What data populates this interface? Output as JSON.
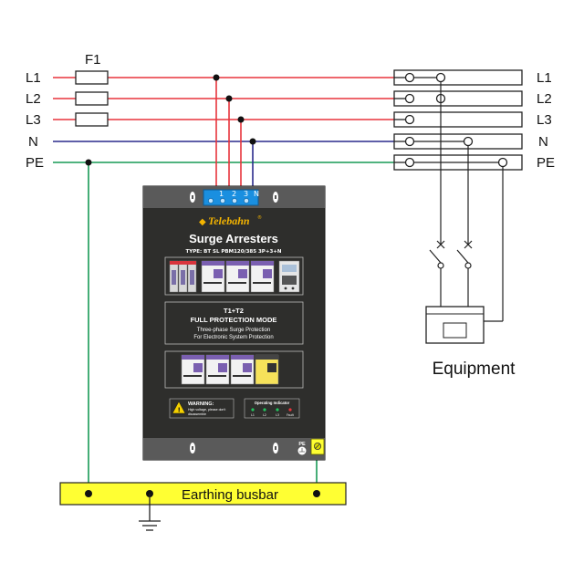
{
  "fuse_label": "F1",
  "lines_left": [
    "L1",
    "L2",
    "L3",
    "N",
    "PE"
  ],
  "lines_right": [
    "L1",
    "L2",
    "L3",
    "N",
    "PE"
  ],
  "terminal_labels": [
    "1",
    "2",
    "3",
    "N"
  ],
  "device": {
    "brand": "Telebahn",
    "registered_mark": "®",
    "title": "Surge Arresters",
    "type_line": "TYPE: BT SL PBM120/385 3P+3+N",
    "mode_title": "T1+T2",
    "mode_subtitle": "FULL PROTECTION MODE",
    "description_1": "Three-phase Surge Protection",
    "description_2": "For Electronic System Protection",
    "warning_title": "WARNING:",
    "warning_text_1": "High voltage, please don't",
    "warning_text_2": "disassemble",
    "indicator_title": "Operating Indicator",
    "indicator_labels": [
      "L1",
      "L2",
      "L3",
      "Fault"
    ],
    "pe_label": "PE"
  },
  "equipment_label": "Equipment",
  "busbar_label": "Earthing busbar",
  "colors": {
    "phase": "#e8343c",
    "neutral": "#2a2a8c",
    "earth": "#179a55",
    "busbar": "#ffff33",
    "panel": "#2e2e2c",
    "panel_strip": "#555555",
    "terminal_block": "#1a8fe0",
    "brand": "#f4b400"
  }
}
